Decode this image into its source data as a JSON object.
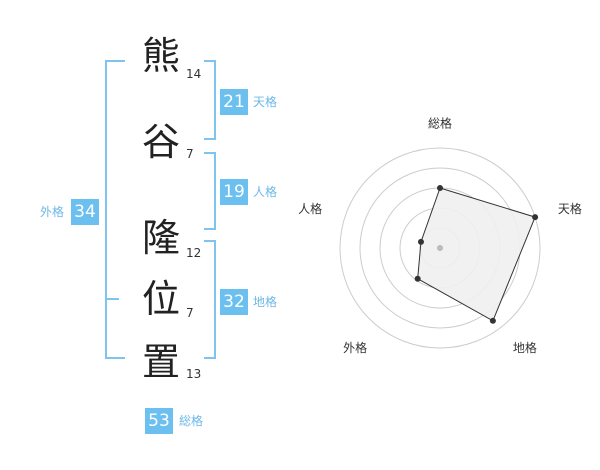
{
  "name": {
    "chars": [
      {
        "char": "熊",
        "strokes": "14"
      },
      {
        "char": "谷",
        "strokes": "7"
      },
      {
        "char": "隆",
        "strokes": "12"
      },
      {
        "char": "位",
        "strokes": "7"
      },
      {
        "char": "置",
        "strokes": "13"
      }
    ]
  },
  "fortune": {
    "tenkaku": {
      "value": "21",
      "label": "天格"
    },
    "jinkaku": {
      "value": "19",
      "label": "人格"
    },
    "chikaku": {
      "value": "32",
      "label": "地格"
    },
    "gaikaku": {
      "value": "34",
      "label": "外格"
    },
    "soukaku": {
      "value": "53",
      "label": "総格"
    }
  },
  "radar": {
    "axes": [
      "総格",
      "天格",
      "地格",
      "外格",
      "人格"
    ],
    "values_fraction": [
      0.6,
      1.0,
      0.9,
      0.38,
      0.2
    ],
    "ring_count": 5,
    "fill_color": "#efefef",
    "stroke_color": "#333333",
    "grid_color": "#cccccc"
  },
  "colors": {
    "accent": "#6cc0f0",
    "bracket": "#7ec4ef",
    "label": "#6cb8e8"
  }
}
